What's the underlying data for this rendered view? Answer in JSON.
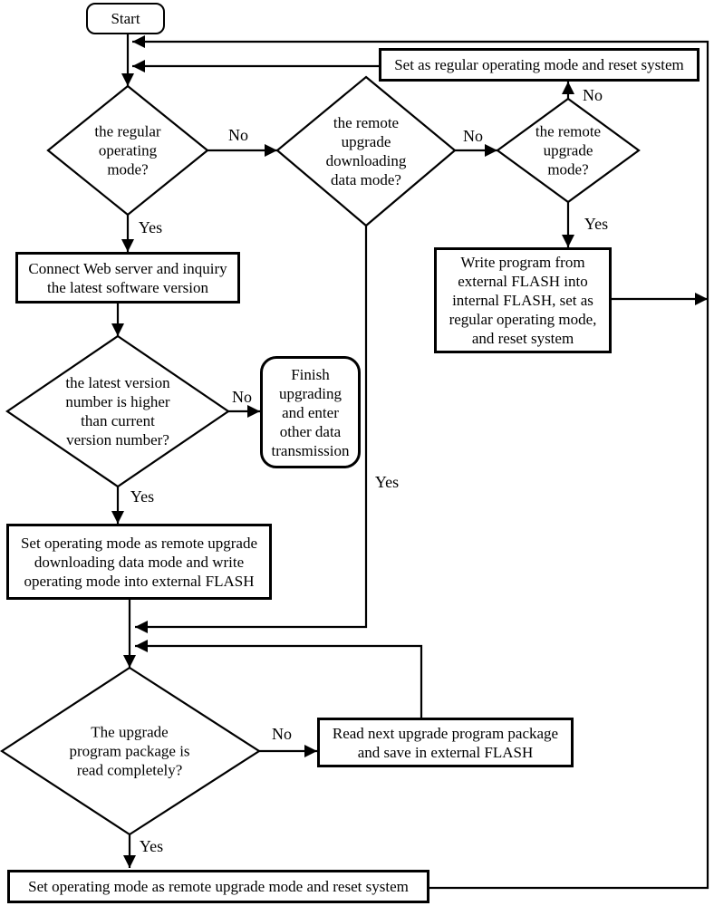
{
  "colors": {
    "line": "#000000",
    "background": "#ffffff"
  },
  "labels": {
    "yes": "Yes",
    "no": "No"
  },
  "nodes": {
    "start": {
      "label": "Start",
      "type": "terminal"
    },
    "set_regular": {
      "label": "Set as regular operating mode and reset system",
      "type": "process"
    },
    "d_regular": {
      "label": "the regular\noperating\nmode?",
      "type": "decision"
    },
    "d_download": {
      "label": "the remote\nupgrade\ndownloading\ndata mode?",
      "type": "decision"
    },
    "d_remote": {
      "label": "the remote\nupgrade\nmode?",
      "type": "decision"
    },
    "connect": {
      "label": "Connect Web server and inquiry\nthe latest software version",
      "type": "process"
    },
    "d_version": {
      "label": "the latest version\nnumber is higher\nthan current\nversion number?",
      "type": "decision"
    },
    "finish": {
      "label": "Finish\nupgrading\nand enter\nother data\ntransmission",
      "type": "rounded"
    },
    "write": {
      "label": "Write program from\nexternal FLASH into\ninternal FLASH, set as\nregular operating mode,\nand reset system",
      "type": "process"
    },
    "set_download": {
      "label": "Set operating mode as remote upgrade\ndownloading data mode and write\noperating mode into external FLASH",
      "type": "process"
    },
    "d_package": {
      "label": "The upgrade\nprogram package is\nread completely?",
      "type": "decision"
    },
    "read_next": {
      "label": "Read next upgrade program package\nand save in external FLASH",
      "type": "process"
    },
    "set_remote": {
      "label": "Set operating mode as remote upgrade mode and reset system",
      "type": "process"
    }
  },
  "edges": [
    {
      "from": "start",
      "to": "d_regular",
      "label": ""
    },
    {
      "from": "d_regular",
      "to": "connect",
      "label": "Yes"
    },
    {
      "from": "d_regular",
      "to": "d_download",
      "label": "No"
    },
    {
      "from": "d_download",
      "to": "d_remote",
      "label": "No"
    },
    {
      "from": "d_download",
      "to": "d_package",
      "label": "Yes"
    },
    {
      "from": "d_remote",
      "to": "set_regular",
      "label": "No"
    },
    {
      "from": "d_remote",
      "to": "write",
      "label": "Yes"
    },
    {
      "from": "set_regular",
      "to": "start",
      "label": ""
    },
    {
      "from": "write",
      "to": "start",
      "label": ""
    },
    {
      "from": "connect",
      "to": "d_version",
      "label": ""
    },
    {
      "from": "d_version",
      "to": "finish",
      "label": "No"
    },
    {
      "from": "d_version",
      "to": "set_download",
      "label": "Yes"
    },
    {
      "from": "set_download",
      "to": "d_package",
      "label": ""
    },
    {
      "from": "d_package",
      "to": "read_next",
      "label": "No"
    },
    {
      "from": "read_next",
      "to": "d_package",
      "label": ""
    },
    {
      "from": "d_package",
      "to": "set_remote",
      "label": "Yes"
    },
    {
      "from": "set_remote",
      "to": "start",
      "label": ""
    }
  ]
}
